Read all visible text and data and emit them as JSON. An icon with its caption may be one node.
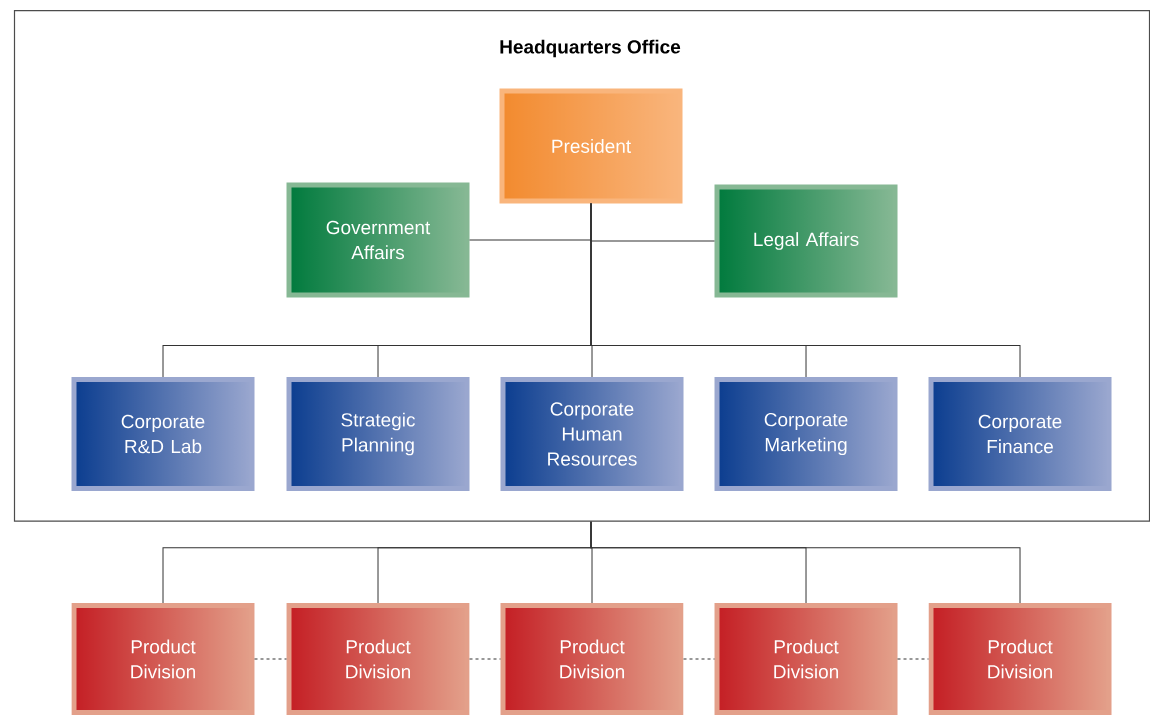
{
  "diagram": {
    "nodes": [
      {
        "text": [
          "Headquarters Office"
        ]
      },
      {
        "text": [
          "President"
        ],
        "in": 0
      },
      {
        "text": [
          "Government Affairs"
        ],
        "in": 0
      },
      {
        "text": [
          "Legal Affairs"
        ],
        "in": 0
      },
      {
        "text": [
          "Corporate R&D Lab"
        ],
        "in": 0
      },
      {
        "text": [
          "Strategic Planning"
        ],
        "in": 0
      },
      {
        "text": [
          "Corporate Human Resources"
        ],
        "in": 0
      },
      {
        "text": [
          "Corporate Marketing"
        ],
        "in": 0
      },
      {
        "text": [
          "Corporate Finance"
        ],
        "in": 0
      },
      {
        "text": [
          "Product Division"
        ]
      },
      {
        "text": [
          "Product Division"
        ]
      },
      {
        "text": [
          "Product Division"
        ]
      },
      {
        "text": [
          "Product Division"
        ]
      },
      {
        "text": [
          "Product Division"
        ]
      }
    ],
    "edges": [
      {
        "from": 1,
        "to": 2,
        "arrow": "none"
      },
      {
        "from": 1,
        "to": 3,
        "arrow": "none"
      },
      {
        "from": 1,
        "to": 4,
        "arrow": "none"
      },
      {
        "from": 1,
        "to": 5,
        "arrow": "none"
      },
      {
        "from": 1,
        "to": 6,
        "arrow": "none"
      },
      {
        "from": 1,
        "to": 7,
        "arrow": "none"
      },
      {
        "from": 1,
        "to": 8,
        "arrow": "none"
      },
      {
        "from": 0,
        "to": 9,
        "arrow": "none"
      },
      {
        "from": 0,
        "to": 10,
        "arrow": "none"
      },
      {
        "from": 0,
        "to": 11,
        "arrow": "none"
      },
      {
        "from": 0,
        "to": 12,
        "arrow": "none"
      },
      {
        "from": 0,
        "to": 13,
        "arrow": "none"
      },
      {
        "from": 9,
        "to": 10,
        "arrow": "none",
        "style": "dashed"
      },
      {
        "from": 10,
        "to": 11,
        "arrow": "none",
        "style": "dashed"
      },
      {
        "from": 11,
        "to": 12,
        "arrow": "none",
        "style": "dashed"
      },
      {
        "from": 12,
        "to": 13,
        "arrow": "none",
        "style": "dashed"
      }
    ]
  }
}
